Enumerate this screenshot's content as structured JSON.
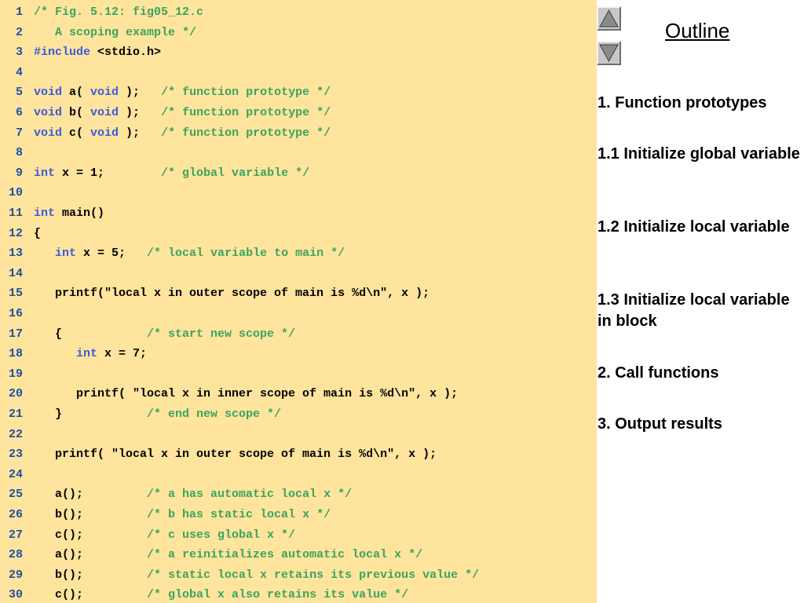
{
  "outline": {
    "title": "Outline",
    "items": [
      "1.  Function prototypes",
      "1.1  Initialize global variable",
      "1.2  Initialize local variable",
      "1.3  Initialize local variable in block",
      "2.  Call functions",
      "3.  Output results"
    ]
  },
  "nav": {
    "up_icon": "triangle-up-icon",
    "down_icon": "triangle-down-icon"
  },
  "colors": {
    "code_background": "#FFE49E",
    "line_number": "#1F4FA0",
    "comment": "#3BA55D",
    "keyword": "#3B5BD9",
    "code_text": "#000000"
  },
  "code": [
    {
      "num": "1",
      "tokens": [
        {
          "t": "/* Fig. 5.12: fig05_12.c",
          "c": "comment"
        }
      ]
    },
    {
      "num": "2",
      "tokens": [
        {
          "t": "   A scoping example */",
          "c": "comment"
        }
      ]
    },
    {
      "num": "3",
      "tokens": [
        {
          "t": "#include",
          "c": "keyword"
        },
        {
          "t": " <stdio.h>",
          "c": "normal"
        }
      ]
    },
    {
      "num": "4",
      "tokens": []
    },
    {
      "num": "5",
      "tokens": [
        {
          "t": "void",
          "c": "keyword"
        },
        {
          "t": " a( ",
          "c": "normal"
        },
        {
          "t": "void",
          "c": "keyword"
        },
        {
          "t": " );   ",
          "c": "normal"
        },
        {
          "t": "/* function prototype */",
          "c": "comment"
        }
      ]
    },
    {
      "num": "6",
      "tokens": [
        {
          "t": "void",
          "c": "keyword"
        },
        {
          "t": " b( ",
          "c": "normal"
        },
        {
          "t": "void",
          "c": "keyword"
        },
        {
          "t": " );   ",
          "c": "normal"
        },
        {
          "t": "/* function prototype */",
          "c": "comment"
        }
      ]
    },
    {
      "num": "7",
      "tokens": [
        {
          "t": "void",
          "c": "keyword"
        },
        {
          "t": " c( ",
          "c": "normal"
        },
        {
          "t": "void",
          "c": "keyword"
        },
        {
          "t": " );   ",
          "c": "normal"
        },
        {
          "t": "/* function prototype */",
          "c": "comment"
        }
      ]
    },
    {
      "num": "8",
      "tokens": []
    },
    {
      "num": "9",
      "tokens": [
        {
          "t": "int",
          "c": "keyword"
        },
        {
          "t": " x = 1;        ",
          "c": "normal"
        },
        {
          "t": "/* global variable */",
          "c": "comment"
        }
      ]
    },
    {
      "num": "10",
      "tokens": []
    },
    {
      "num": "11",
      "tokens": [
        {
          "t": "int",
          "c": "keyword"
        },
        {
          "t": " main()",
          "c": "normal"
        }
      ]
    },
    {
      "num": "12",
      "tokens": [
        {
          "t": "{",
          "c": "normal"
        }
      ]
    },
    {
      "num": "13",
      "tokens": [
        {
          "t": "   ",
          "c": "normal"
        },
        {
          "t": "int",
          "c": "keyword"
        },
        {
          "t": " x = 5;   ",
          "c": "normal"
        },
        {
          "t": "/* local variable to main */",
          "c": "comment"
        }
      ]
    },
    {
      "num": "14",
      "tokens": []
    },
    {
      "num": "15",
      "tokens": [
        {
          "t": "   printf(\"local x in outer scope of main is %d\\n\", x );",
          "c": "normal"
        }
      ]
    },
    {
      "num": "16",
      "tokens": []
    },
    {
      "num": "17",
      "tokens": [
        {
          "t": "   {            ",
          "c": "normal"
        },
        {
          "t": "/* start new scope */",
          "c": "comment"
        }
      ]
    },
    {
      "num": "18",
      "tokens": [
        {
          "t": "      ",
          "c": "normal"
        },
        {
          "t": "int",
          "c": "keyword"
        },
        {
          "t": " x = 7;",
          "c": "normal"
        }
      ]
    },
    {
      "num": "19",
      "tokens": []
    },
    {
      "num": "20",
      "tokens": [
        {
          "t": "      printf( \"local x in inner scope of main is %d\\n\", x );",
          "c": "normal"
        }
      ]
    },
    {
      "num": "21",
      "tokens": [
        {
          "t": "   }            ",
          "c": "normal"
        },
        {
          "t": "/* end new scope */",
          "c": "comment"
        }
      ]
    },
    {
      "num": "22",
      "tokens": []
    },
    {
      "num": "23",
      "tokens": [
        {
          "t": "   printf( \"local x in outer scope of main is %d\\n\", x );",
          "c": "normal"
        }
      ]
    },
    {
      "num": "24",
      "tokens": []
    },
    {
      "num": "25",
      "tokens": [
        {
          "t": "   a();         ",
          "c": "normal"
        },
        {
          "t": "/* a has automatic local x */",
          "c": "comment"
        }
      ]
    },
    {
      "num": "26",
      "tokens": [
        {
          "t": "   b();         ",
          "c": "normal"
        },
        {
          "t": "/* b has static local x */",
          "c": "comment"
        }
      ]
    },
    {
      "num": "27",
      "tokens": [
        {
          "t": "   c();         ",
          "c": "normal"
        },
        {
          "t": "/* c uses global x */",
          "c": "comment"
        }
      ]
    },
    {
      "num": "28",
      "tokens": [
        {
          "t": "   a();         ",
          "c": "normal"
        },
        {
          "t": "/* a reinitializes automatic local x */",
          "c": "comment"
        }
      ]
    },
    {
      "num": "29",
      "tokens": [
        {
          "t": "   b();         ",
          "c": "normal"
        },
        {
          "t": "/* static local x retains its previous value */",
          "c": "comment"
        }
      ]
    },
    {
      "num": "30",
      "tokens": [
        {
          "t": "   c();         ",
          "c": "normal"
        },
        {
          "t": "/* global x also retains its value */",
          "c": "comment"
        }
      ]
    }
  ]
}
